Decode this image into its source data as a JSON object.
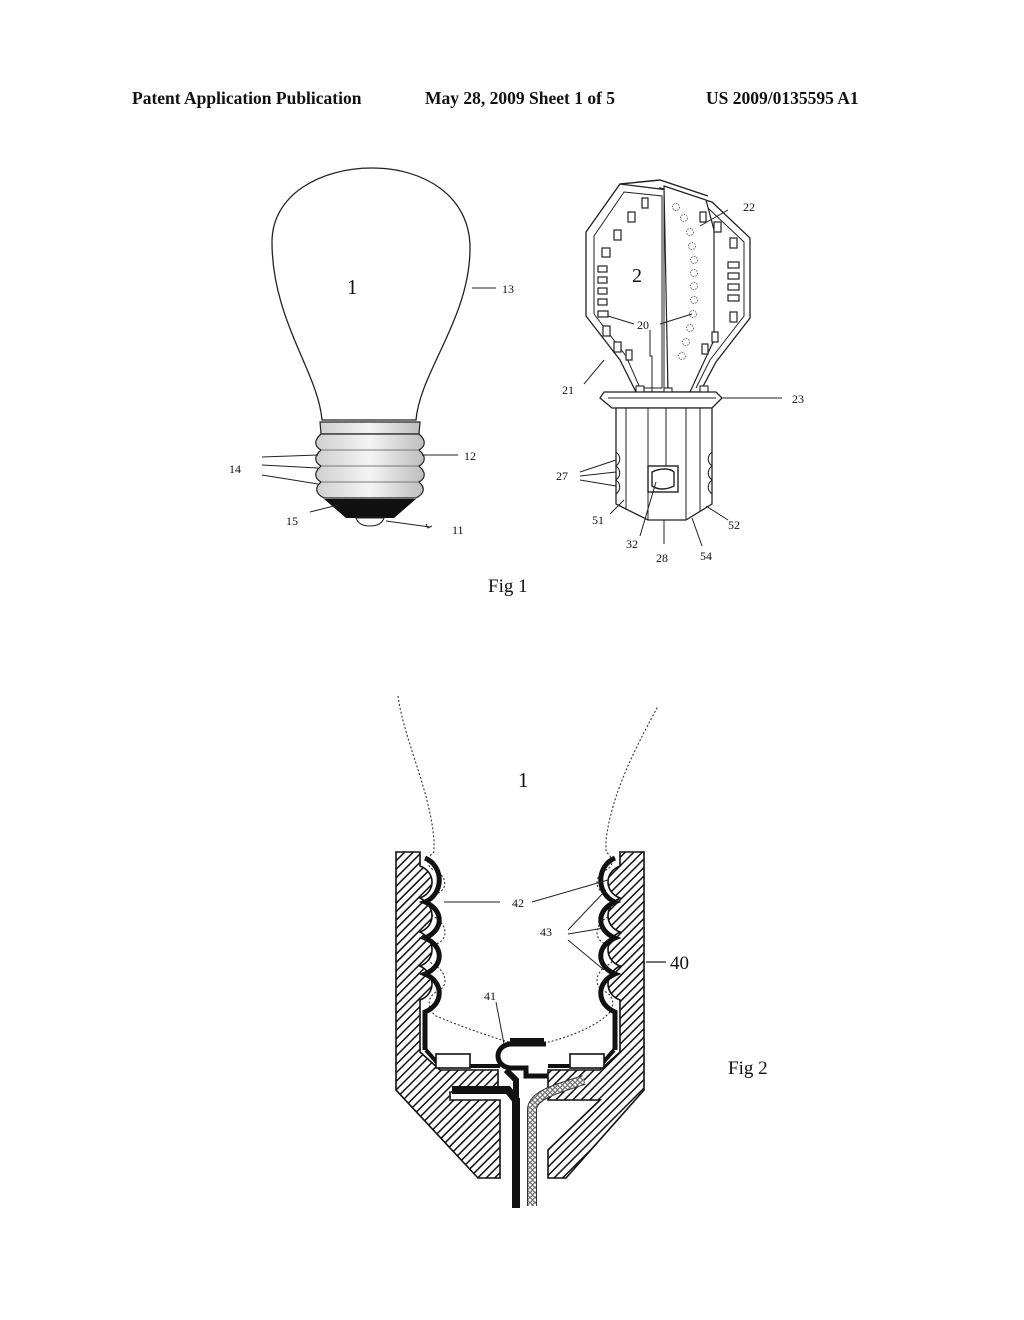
{
  "header": {
    "publication": "Patent Application Publication",
    "date_sheet": "May 28, 2009   Sheet 1 of 5",
    "number": "US 2009/0135595 A1"
  },
  "fig1": {
    "caption": "Fig 1",
    "labels": {
      "bulb": "1",
      "glass": "13",
      "threads": "14",
      "base": "12",
      "insulator": "15",
      "tip": "11",
      "module": "2",
      "leds": "20",
      "board": "21",
      "board_edge": "22",
      "flange": "23",
      "grooves": "27",
      "contact_left": "51",
      "contact_right": "52",
      "window": "32",
      "bottom": "28",
      "bottom_right": "54"
    }
  },
  "fig2": {
    "caption": "Fig 2",
    "labels": {
      "bulb": "1",
      "thread": "42",
      "ridges": "43",
      "socket": "40",
      "contact": "41"
    }
  }
}
